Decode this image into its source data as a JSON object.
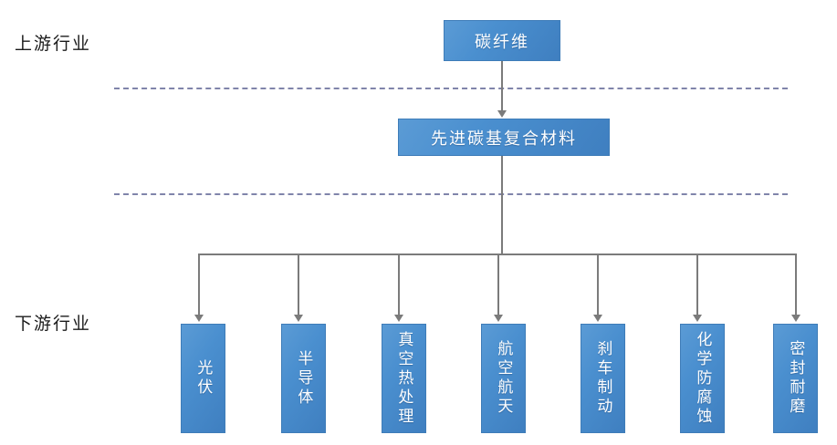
{
  "diagram": {
    "type": "industry-value-chain-flowchart",
    "orientation": "top-down",
    "tiers": [
      {
        "id": "upstream",
        "label": "上游行业"
      },
      {
        "id": "downstream",
        "label": "下游行业"
      }
    ],
    "nodes": {
      "upstream": {
        "label": "碳纤维"
      },
      "midstream": {
        "label": "先进碳基复合材料"
      },
      "downstream": [
        {
          "label": "光伏"
        },
        {
          "label": "半导体"
        },
        {
          "label": "真空热处理"
        },
        {
          "label": "航空航天"
        },
        {
          "label": "刹车制动"
        },
        {
          "label": "化学防腐蚀"
        },
        {
          "label": "密封耐磨"
        }
      ]
    },
    "colors": {
      "node_fill_start": "#5b9bd5",
      "node_fill_end": "#3f7fc0",
      "node_border": "#3e7cb8",
      "node_text": "#ffffff",
      "connector": "#7b7b7b",
      "divider": "#6b6f9c",
      "label_text": "#1a1a1a",
      "background": "#ffffff"
    }
  }
}
